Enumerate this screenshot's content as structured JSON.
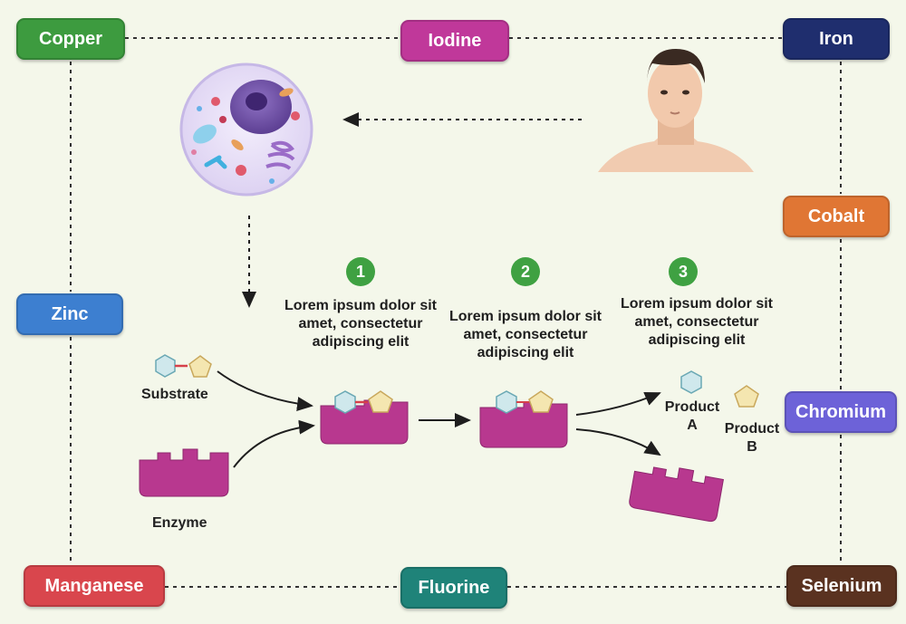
{
  "minerals": {
    "copper": {
      "label": "Copper",
      "color": "#3d9b3f"
    },
    "iodine": {
      "label": "Iodine",
      "color": "#c0389a"
    },
    "iron": {
      "label": "Iron",
      "color": "#1f2e6e"
    },
    "cobalt": {
      "label": "Cobalt",
      "color": "#e07634"
    },
    "zinc": {
      "label": "Zinc",
      "color": "#3d7fd0"
    },
    "chromium": {
      "label": "Chromium",
      "color": "#6d62d8"
    },
    "manganese": {
      "label": "Manganese",
      "color": "#d9464d"
    },
    "fluorine": {
      "label": "Fluorine",
      "color": "#1f8379"
    },
    "selenium": {
      "label": "Selenium",
      "color": "#5a3220"
    }
  },
  "steps": [
    {
      "number": "1",
      "text": "Lorem ipsum dolor sit amet, consectetur adipiscing elit"
    },
    {
      "number": "2",
      "text": "Lorem ipsum dolor sit amet, consectetur adipiscing elit"
    },
    {
      "number": "3",
      "text": "Lorem ipsum dolor sit amet, consectetur adipiscing elit"
    }
  ],
  "labels": {
    "substrate": "Substrate",
    "enzyme": "Enzyme",
    "product_a_1": "Product",
    "product_a_2": "A",
    "product_b_1": "Product",
    "product_b_2": "B"
  },
  "colors": {
    "enzyme": "#b8388f",
    "hexagon": "#cfe8ec",
    "pentagon": "#f4e6b0",
    "step_badge": "#3fa142"
  }
}
